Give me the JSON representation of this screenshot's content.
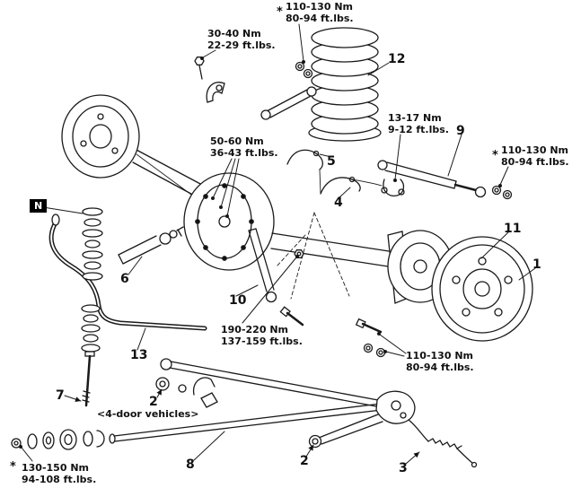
{
  "diagram": {
    "asterisk": "*",
    "n_badge": "N",
    "four_door_note": "<4-door vehicles>",
    "torque_labels": [
      {
        "nm": "110-130 Nm",
        "ftlbs": "80-94 ft.lbs.",
        "asterisk": true
      },
      {
        "nm": "30-40 Nm",
        "ftlbs": "22-29 ft.lbs.",
        "asterisk": false
      },
      {
        "nm": "50-60 Nm",
        "ftlbs": "36-43 ft.lbs.",
        "asterisk": false
      },
      {
        "nm": "13-17 Nm",
        "ftlbs": "9-12 ft.lbs.",
        "asterisk": false
      },
      {
        "nm": "110-130 Nm",
        "ftlbs": "80-94 ft.lbs.",
        "asterisk": true
      },
      {
        "nm": "190-220 Nm",
        "ftlbs": "137-159 ft.lbs.",
        "asterisk": false
      },
      {
        "nm": "110-130 Nm",
        "ftlbs": "80-94 ft.lbs.",
        "asterisk": false
      },
      {
        "nm": "130-150 Nm",
        "ftlbs": "94-108 ft.lbs.",
        "asterisk": true
      }
    ],
    "part_numbers": [
      {
        "label": "1"
      },
      {
        "label": "2"
      },
      {
        "label": "2"
      },
      {
        "label": "3"
      },
      {
        "label": "4"
      },
      {
        "label": "5"
      },
      {
        "label": "6"
      },
      {
        "label": "7"
      },
      {
        "label": "8"
      },
      {
        "label": "9"
      },
      {
        "label": "10"
      },
      {
        "label": "11"
      },
      {
        "label": "12"
      },
      {
        "label": "13"
      }
    ]
  }
}
